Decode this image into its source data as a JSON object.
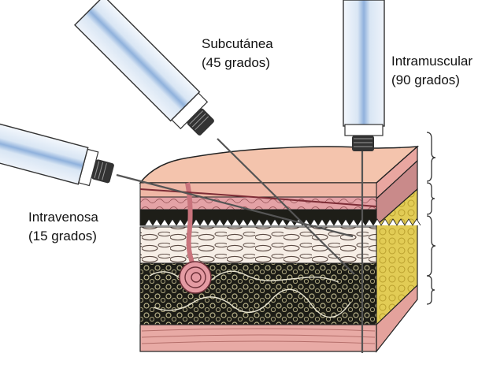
{
  "labels": {
    "subcutaneous": {
      "name": "Subcutánea",
      "angle": "(45 grados)"
    },
    "intramuscular": {
      "name": "Intramuscular",
      "angle": "(90 grados)"
    },
    "intravenous": {
      "name": "Intravenosa",
      "angle": "(15 grados)"
    }
  },
  "injections": [
    {
      "id": "subcutaneous",
      "angle_degrees": 45
    },
    {
      "id": "intramuscular",
      "angle_degrees": 90
    },
    {
      "id": "intravenous",
      "angle_degrees": 15
    }
  ],
  "colors": {
    "epidermis": "#f4c4ad",
    "dermis": "#e4a2a6",
    "fat": "#1a1a14",
    "muscle": "#e8aaa5",
    "fat_side": "#e2cc55",
    "syringe_barrel": "#d9e6f4",
    "syringe_stripe": "#8fb1dc",
    "needle_hub": "#333333"
  }
}
